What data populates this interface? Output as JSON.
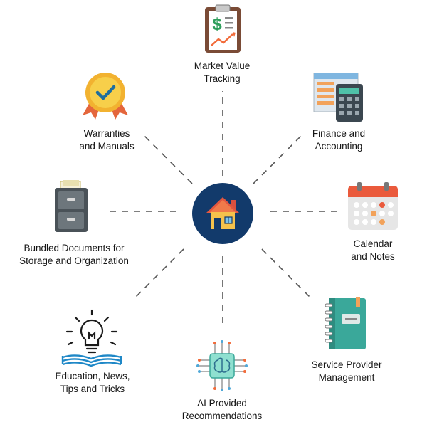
{
  "hub": {
    "icon": "house-icon"
  },
  "features": [
    {
      "id": "market",
      "icon": "clipboard-chart-icon",
      "lines": [
        "Market Value",
        "Tracking"
      ]
    },
    {
      "id": "finance",
      "icon": "calculator-icon",
      "lines": [
        "Finance and",
        "Accounting"
      ]
    },
    {
      "id": "calendar",
      "icon": "calendar-icon",
      "lines": [
        "Calendar",
        "and Notes"
      ]
    },
    {
      "id": "service",
      "icon": "notebook-icon",
      "lines": [
        "Service Provider",
        "Management"
      ]
    },
    {
      "id": "ai",
      "icon": "ai-chip-icon",
      "lines": [
        "AI Provided",
        "Recommendations"
      ]
    },
    {
      "id": "education",
      "icon": "lightbulb-book-icon",
      "lines": [
        "Education, News,",
        "Tips and Tricks"
      ]
    },
    {
      "id": "documents",
      "icon": "filing-cabinet-icon",
      "lines": [
        "Bundled Documents for",
        "Storage and Organization"
      ]
    },
    {
      "id": "warranties",
      "icon": "award-badge-icon",
      "lines": [
        "Warranties",
        "and Manuals"
      ]
    }
  ],
  "colors": {
    "hub": "#123a6b",
    "connector": "#555555",
    "green": "#2e9e5b",
    "teal": "#3aa89a",
    "orange": "#f26b3a",
    "gold": "#f5c842"
  }
}
